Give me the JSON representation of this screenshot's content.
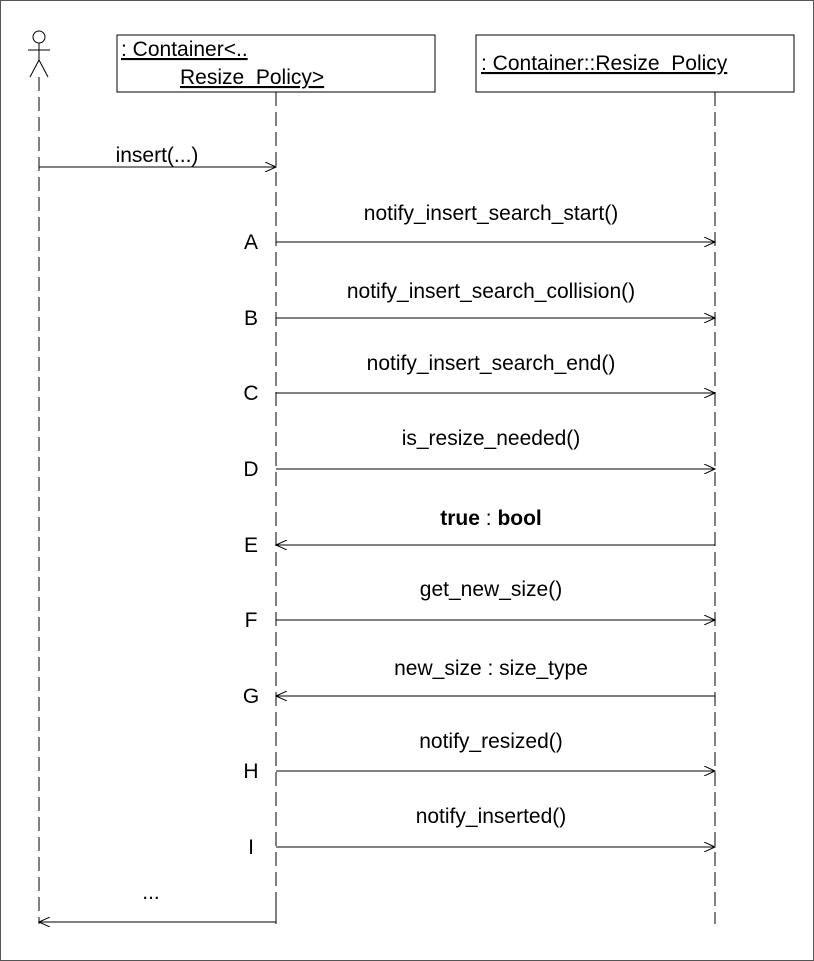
{
  "actor": {
    "icon": "stick-figure-icon"
  },
  "objects": [
    {
      "line1": ": Container<..",
      "line2": "Resize_Policy>"
    },
    {
      "line1": ": Container::Resize_Policy"
    }
  ],
  "insert_message": "insert(...)",
  "messages": [
    {
      "step": "A",
      "label": "notify_insert_search_start()",
      "direction": "forward"
    },
    {
      "step": "B",
      "label": "notify_insert_search_collision()",
      "direction": "forward"
    },
    {
      "step": "C",
      "label": "notify_insert_search_end()",
      "direction": "forward"
    },
    {
      "step": "D",
      "label": "is_resize_needed()",
      "direction": "forward"
    },
    {
      "step": "E",
      "label_bold_1": "true",
      "label_sep": " : ",
      "label_bold_2": "bool",
      "direction": "return"
    },
    {
      "step": "F",
      "label": "get_new_size()",
      "direction": "forward"
    },
    {
      "step": "G",
      "label": "new_size : size_type",
      "direction": "return"
    },
    {
      "step": "H",
      "label": "notify_resized()",
      "direction": "forward"
    },
    {
      "step": "I",
      "label": "notify_inserted()",
      "direction": "forward"
    }
  ],
  "final_return": "..."
}
